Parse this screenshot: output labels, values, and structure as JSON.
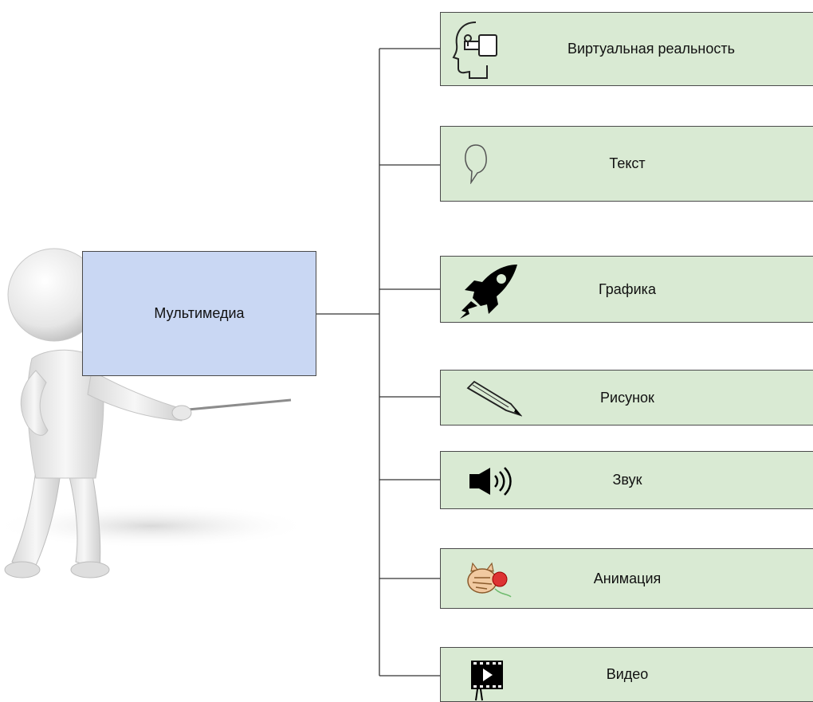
{
  "center": {
    "label": "Мультимедиа"
  },
  "items": [
    {
      "label": "Виртуальная реальность",
      "icon": "vr-headset-icon"
    },
    {
      "label": "Текст",
      "icon": "speech-bubble-icon"
    },
    {
      "label": "Графика",
      "icon": "rocket-icon"
    },
    {
      "label": "Рисунок",
      "icon": "pencil-icon"
    },
    {
      "label": "Звук",
      "icon": "speaker-icon"
    },
    {
      "label": "Анимация",
      "icon": "cartoon-cat-icon"
    },
    {
      "label": "Видео",
      "icon": "film-strip-icon"
    }
  ],
  "colors": {
    "center_fill": "#c9d7f3",
    "item_fill": "#d9ead3",
    "line": "#333333"
  }
}
